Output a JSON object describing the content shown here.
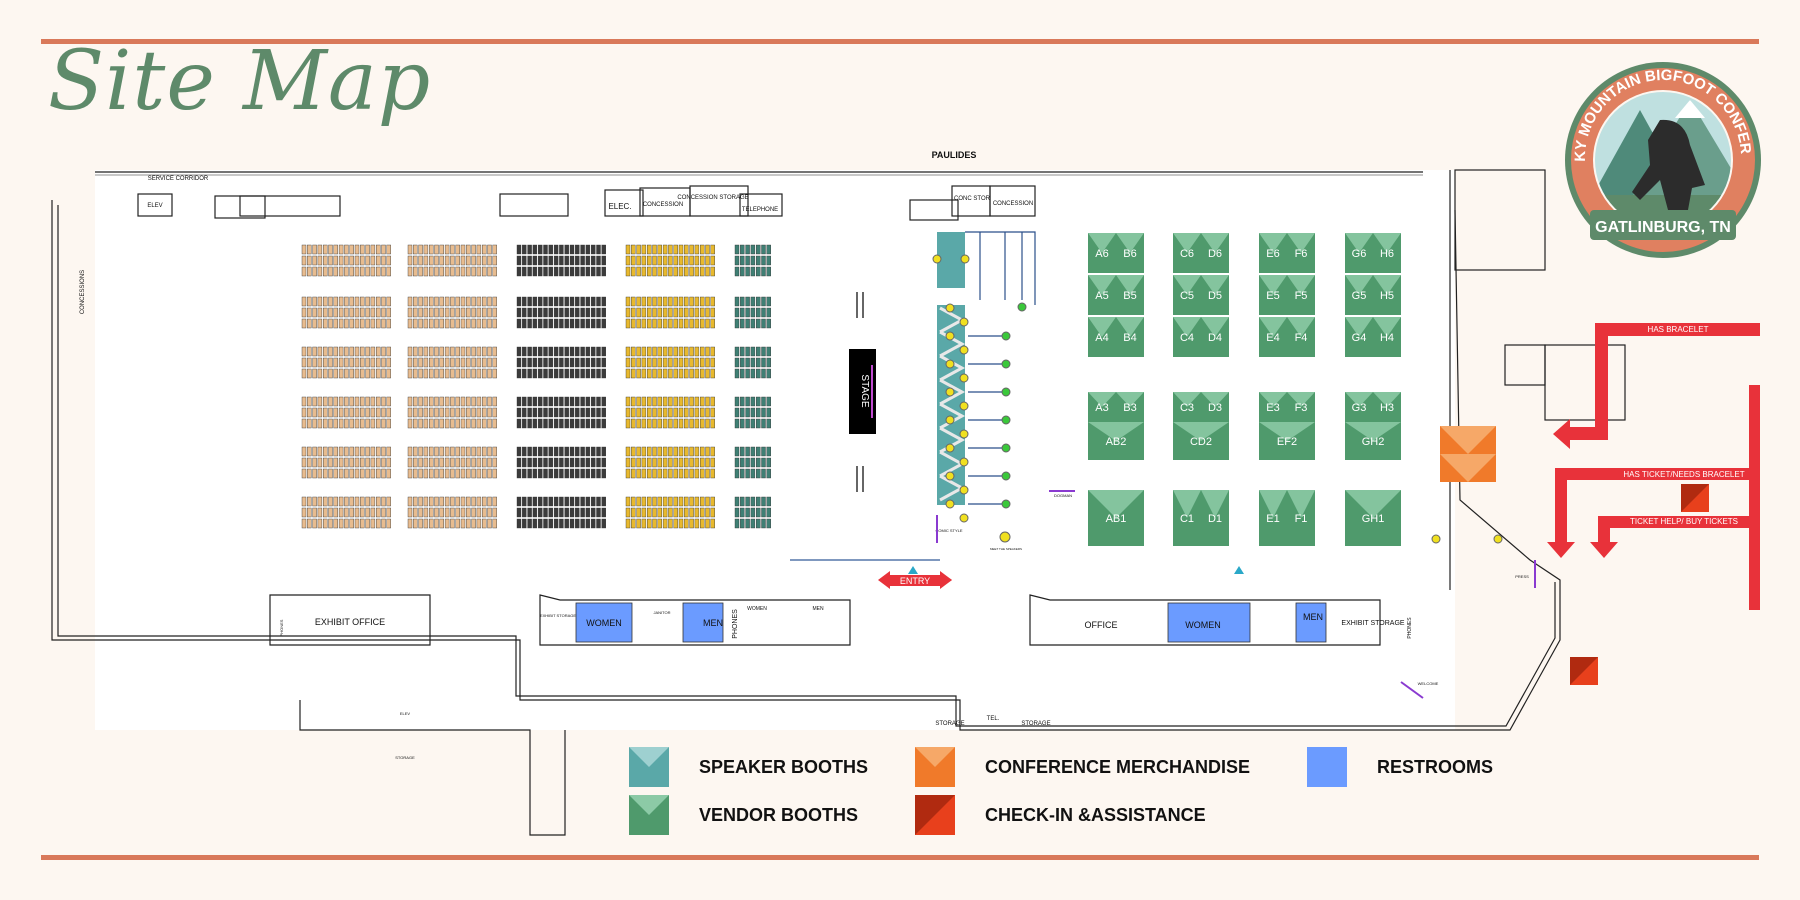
{
  "page": {
    "title": "Site Map"
  },
  "logo": {
    "top_text": "SMOKY MOUNTAIN BIGFOOT CONFERENCE",
    "bottom_text": "GATLINBURG, TN"
  },
  "venue_labels": {
    "paulides": "PAULIDES",
    "service_corridor": "SERVICE CORRIDOR",
    "elev": "ELEV",
    "elec": "ELEC.",
    "concession": "CONCESSION",
    "concession_storage": "CONCESSION STORAGE",
    "telephone": "TELEPHONE",
    "conc_stor": "CONC STOR",
    "concession_right": "CONCESSION",
    "concessions_left": "CONCESSIONS",
    "stage": "STAGE",
    "entry": "ENTRY",
    "exhibit_office": "EXHIBIT OFFICE",
    "exhibit_storage_small": "EXHIBIT STORAGE",
    "women_left": "WOMEN",
    "men_left": "MEN",
    "janitor": "JANITOR",
    "phones_left": "PHONES",
    "phones_far_left": "PHONES",
    "women_small": "WOMEN",
    "men_small": "MEN",
    "office": "OFFICE",
    "women_right": "WOMEN",
    "men_right": "MEN",
    "exhibit_storage_right": "EXHIBIT STORAGE",
    "phones_right": "PHONES",
    "storage_1": "STORAGE",
    "tel": "TEL.",
    "storage_2": "STORAGE",
    "elev_bottom": "ELEV",
    "storage_bottom": "STORAGE",
    "sogman": "DOGMAN",
    "comic_style": "COMIC STYLE",
    "meet_greet": "MEET THE SPEAKERS",
    "welcome": "WELCOME",
    "press": "PRESS"
  },
  "directions": {
    "has_bracelet": "HAS BRACELET",
    "has_ticket": "HAS TICKET/NEEDS BRACELET",
    "ticket_help": "TICKET HELP/ BUY TICKETS"
  },
  "vendor_booths": [
    {
      "label": "A6"
    },
    {
      "label": "B6"
    },
    {
      "label": "A5"
    },
    {
      "label": "B5"
    },
    {
      "label": "A4"
    },
    {
      "label": "B4"
    },
    {
      "label": "C6"
    },
    {
      "label": "D6"
    },
    {
      "label": "C5"
    },
    {
      "label": "D5"
    },
    {
      "label": "C4"
    },
    {
      "label": "D4"
    },
    {
      "label": "E6"
    },
    {
      "label": "F6"
    },
    {
      "label": "E5"
    },
    {
      "label": "F5"
    },
    {
      "label": "E4"
    },
    {
      "label": "F4"
    },
    {
      "label": "G6"
    },
    {
      "label": "H6"
    },
    {
      "label": "G5"
    },
    {
      "label": "H5"
    },
    {
      "label": "G4"
    },
    {
      "label": "H4"
    },
    {
      "label": "A3"
    },
    {
      "label": "B3"
    },
    {
      "label": "AB2"
    },
    {
      "label": "C3"
    },
    {
      "label": "D3"
    },
    {
      "label": "CD2"
    },
    {
      "label": "E3"
    },
    {
      "label": "F3"
    },
    {
      "label": "EF2"
    },
    {
      "label": "G3"
    },
    {
      "label": "H3"
    },
    {
      "label": "GH2"
    },
    {
      "label": "AB1"
    },
    {
      "label": "C1"
    },
    {
      "label": "D1"
    },
    {
      "label": "E1"
    },
    {
      "label": "F1"
    },
    {
      "label": "GH1"
    }
  ],
  "seating_sections": [
    {
      "color": "#e8bc8f"
    },
    {
      "color": "#e8bc8f"
    },
    {
      "color": "#3b3b3b"
    },
    {
      "color": "#e8b92e"
    },
    {
      "color": "#3f7f74"
    }
  ],
  "legend": [
    {
      "label": "SPEAKER BOOTHS",
      "color": "#5aa8a8"
    },
    {
      "label": "VENDOR BOOTHS",
      "color": "#4f9a6c"
    },
    {
      "label": "CONFERENCE MERCHANDISE",
      "color": "#f07a2a"
    },
    {
      "label": "CHECK-IN &ASSISTANCE",
      "color": "#e8401c"
    },
    {
      "label": "RESTROOMS",
      "color": "#6b9bff"
    }
  ],
  "colors": {
    "rule": "#d9795a",
    "title": "#5e8a6a",
    "arrow": "#e8323a",
    "restroom": "#6b9bff"
  }
}
